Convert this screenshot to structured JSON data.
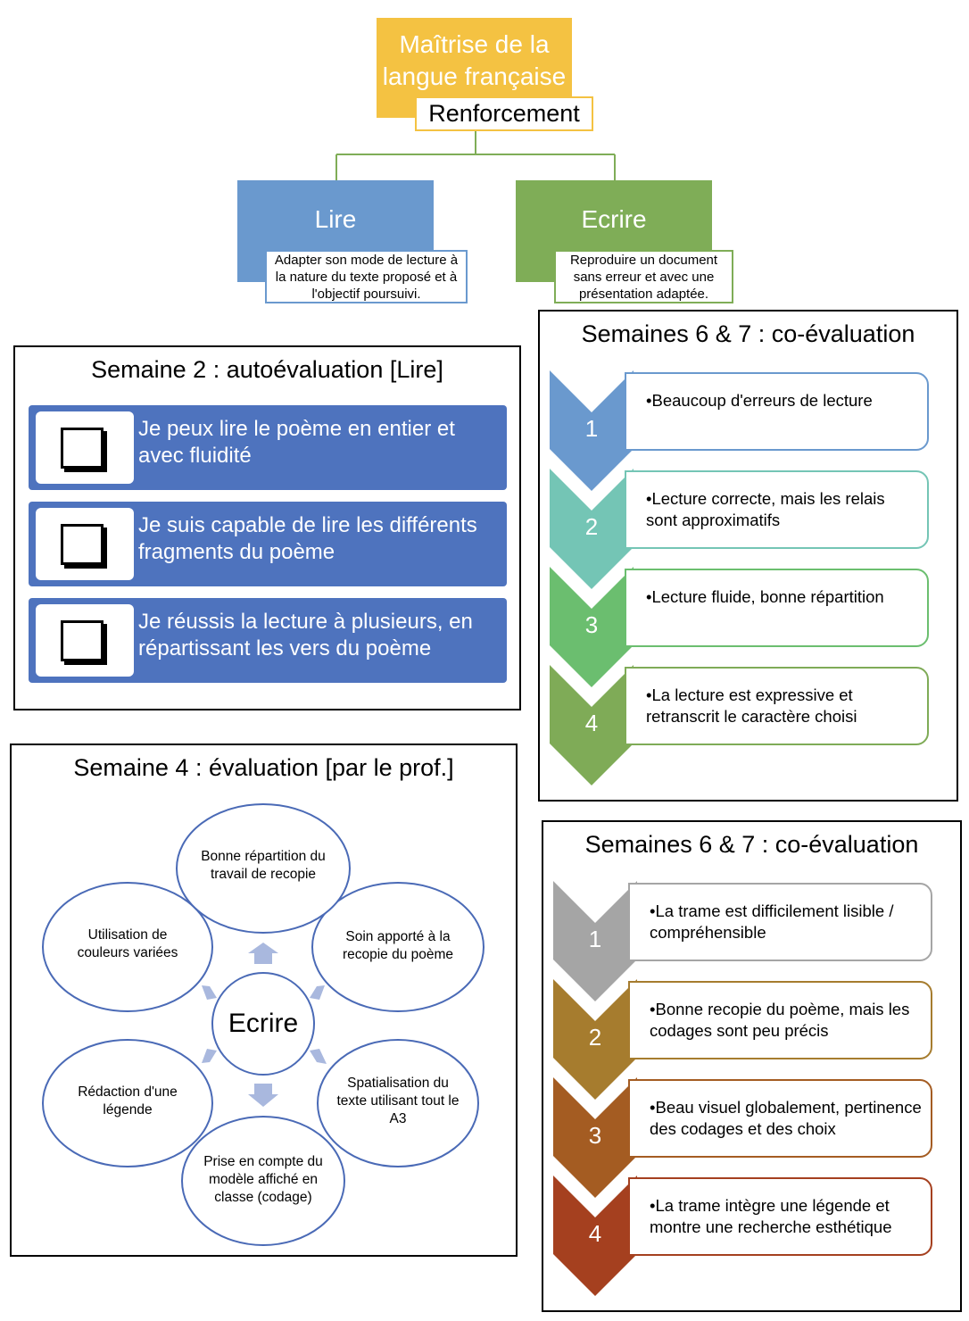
{
  "top": {
    "title": "Maîtrise de la langue française",
    "subtitle": "Renforcement"
  },
  "branches": [
    {
      "label": "Lire",
      "desc": "Adapter son mode de lecture à la nature du texte proposé et à l'objectif poursuivi.",
      "color": "#6A99CE"
    },
    {
      "label": "Ecrire",
      "desc": "Reproduire un document sans erreur et avec une présentation adaptée.",
      "color": "#7FAD57"
    }
  ],
  "semaine2": {
    "title": "Semaine 2 : autoévaluation [Lire]",
    "items": [
      "Je peux lire le poème en entier et avec fluidité",
      "Je suis capable de lire les différents fragments du poème",
      "Je réussis la lecture à plusieurs, en répartissant les vers du poème"
    ]
  },
  "semaine4": {
    "title": "Semaine 4 : évaluation [par le prof.]",
    "center": "Ecrire",
    "items": [
      "Bonne répartition du travail de recopie",
      "Soin apporté à la recopie du poème",
      "Spatialisation du texte utilisant tout le A3",
      "Prise en compte du modèle affiché en classe (codage)",
      "Rédaction d'une légende",
      "Utilisation de couleurs variées"
    ]
  },
  "coeval_lire": {
    "title": "Semaines 6 & 7 : co-évaluation",
    "levels": [
      {
        "num": "1",
        "text": "Beaucoup d'erreurs de lecture",
        "color": "#6A99CE"
      },
      {
        "num": "2",
        "text": "Lecture correcte, mais les relais sont approximatifs",
        "color": "#74C5B5"
      },
      {
        "num": "3",
        "text": "Lecture fluide, bonne répartition",
        "color": "#6BBE6F"
      },
      {
        "num": "4",
        "text": "La lecture est expressive et retranscrit le caractère choisi",
        "color": "#7FAB57"
      }
    ]
  },
  "coeval_ecrire": {
    "title": "Semaines 6 & 7 : co-évaluation",
    "levels": [
      {
        "num": "1",
        "text": "La trame est difficilement lisible / compréhensible",
        "color": "#A5A5A5"
      },
      {
        "num": "2",
        "text": "Bonne recopie du poème, mais les codages sont peu précis",
        "color": "#A67C2E"
      },
      {
        "num": "3",
        "text": "Beau visuel globalement, pertinence des codages et des choix",
        "color": "#A45C22"
      },
      {
        "num": "4",
        "text": "La trame intègre une légende et montre une recherche esthétique",
        "color": "#A5401F"
      }
    ]
  }
}
